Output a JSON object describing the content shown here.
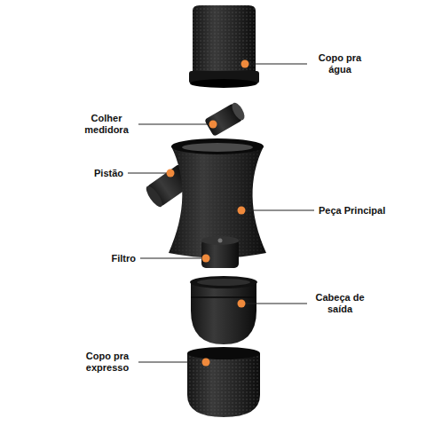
{
  "diagram": {
    "labels": [
      "Copo pra água",
      "Colher medidora",
      "Pistão",
      "Peça Principal",
      "Filtro",
      "Cabeça de saída",
      "Copo pra expresso"
    ]
  }
}
